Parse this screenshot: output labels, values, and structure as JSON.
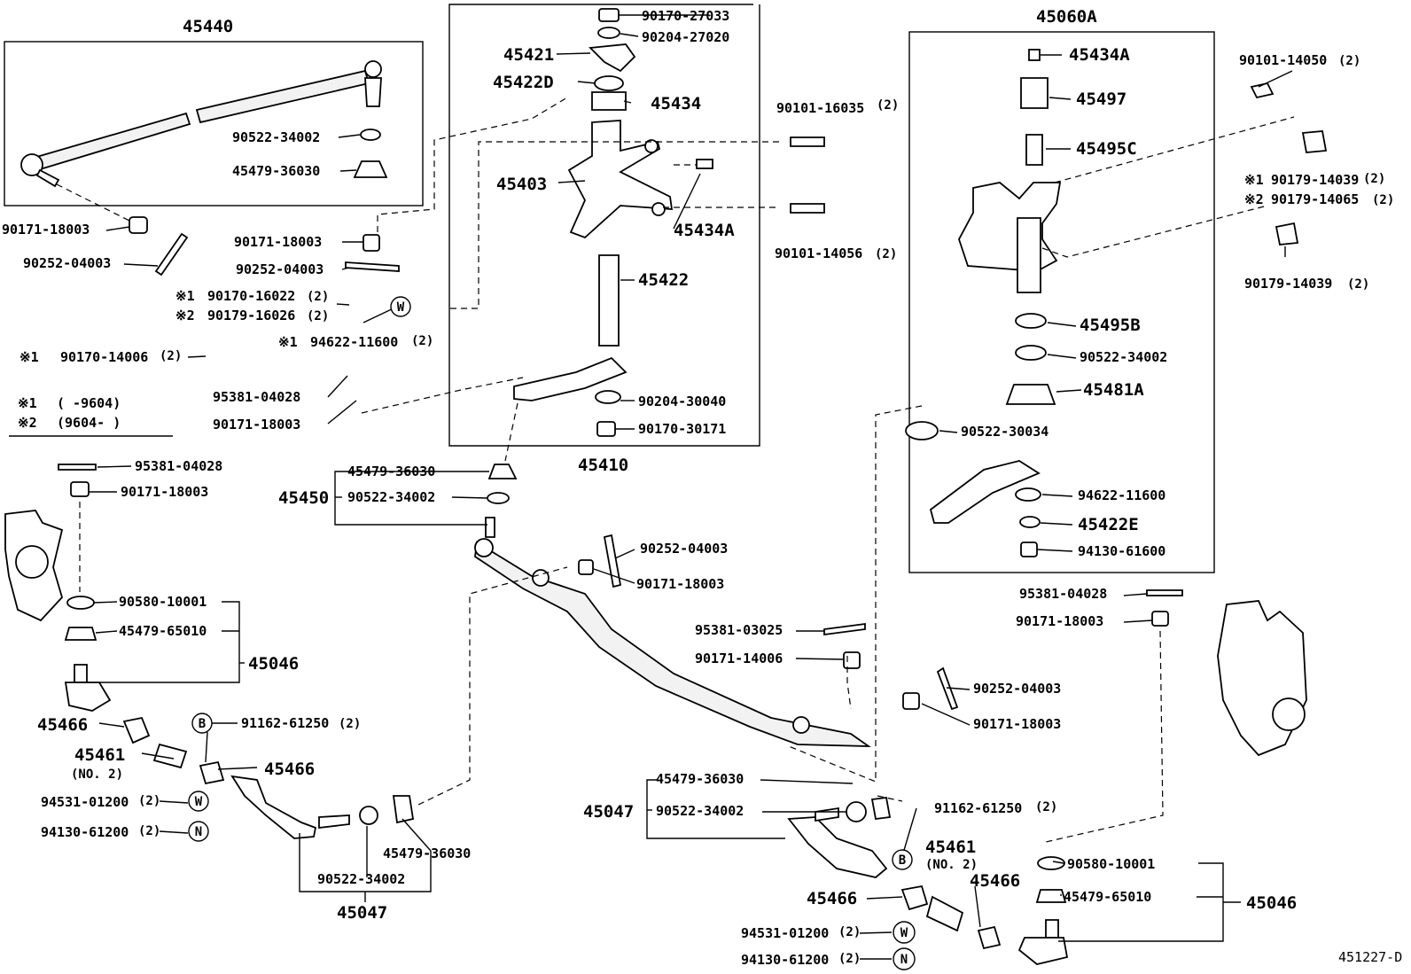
{
  "labels": {
    "l45440": "45440",
    "l45060A": "45060A",
    "l45410": "45410",
    "l90170_27033": "90170-27033",
    "l90204_27020": "90204-27020",
    "l45421": "45421",
    "l45422D": "45422D",
    "l45434": "45434",
    "l90101_16035": "90101-16035",
    "l90101_16035q": "(2)",
    "l45403": "45403",
    "l45434A_c": "45434A",
    "l90101_14056": "90101-14056",
    "l90101_14056q": "(2)",
    "l45422": "45422",
    "l90204_30040": "90204-30040",
    "l90170_30171": "90170-30171",
    "l90522_34002_a": "90522-34002",
    "l45479_36030_a": "45479-36030",
    "l90171_18003_a": "90171-18003",
    "l90252_04003_a": "90252-04003",
    "l90171_18003_b": "90171-18003",
    "l90252_04003_b": "90252-04003",
    "mark1_a": "※1",
    "l90170_16022": "90170-16022",
    "l90170_16022q": "(2)",
    "mark2_a": "※2",
    "l90179_16026": "90179-16026",
    "l90179_16026q": "(2)",
    "mark1_b": "※1",
    "l94622_11600_a": "94622-11600",
    "l94622_11600_aq": "(2)",
    "mark1_c": "※1",
    "l90170_14006": "90170-14006",
    "l90170_14006q": "(2)",
    "l95381_04028_a": "95381-04028",
    "l90171_18003_c": "90171-18003",
    "note1_mark": "※1",
    "note1_text": "(      -9604)",
    "note2_mark": "※2",
    "note2_text": "(9604-      )",
    "l45434A_r": "45434A",
    "l45497": "45497",
    "l45495C": "45495C",
    "l90101_14050": "90101-14050",
    "l90101_14050q": "(2)",
    "mark1_r": "※1",
    "l90179_14039_a": "90179-14039",
    "l90179_14039_aq": "(2)",
    "mark2_r": "※2",
    "l90179_14065": "90179-14065",
    "l90179_14065q": "(2)",
    "l90179_14039_b": "90179-14039",
    "l90179_14039_bq": "(2)",
    "l45495B": "45495B",
    "l90522_34002_r": "90522-34002",
    "l45481A": "45481A",
    "l90522_30034": "90522-30034",
    "l94622_11600_r": "94622-11600",
    "l45422E": "45422E",
    "l94130_61600": "94130-61600",
    "l95381_04028_b": "95381-04028",
    "l90171_18003_d": "90171-18003",
    "l45450": "45450",
    "l45479_36030_b": "45479-36030",
    "l90522_34002_b": "90522-34002",
    "l90252_04003_c": "90252-04003",
    "l90171_18003_e": "90171-18003",
    "l95381_03025": "95381-03025",
    "l90171_14006": "90171-14006",
    "l90252_04003_d": "90252-04003",
    "l90171_18003_f": "90171-18003",
    "l95381_04028_c": "95381-04028",
    "l90171_18003_g": "90171-18003",
    "l90580_10001_a": "90580-10001",
    "l45479_65010_a": "45479-65010",
    "l45046_a": "45046",
    "l45466_a": "45466",
    "l91162_61250_a": "91162-61250",
    "l91162_61250_aq": "(2)",
    "l45461_a": "45461",
    "l45461_a_no2": "(NO. 2)",
    "l45466_b": "45466",
    "l94531_01200_a": "94531-01200",
    "l94531_01200_aq": "(2)",
    "l94130_61200_a": "94130-61200",
    "l94130_61200_aq": "(2)",
    "l90522_34002_c": "90522-34002",
    "l45479_36030_c": "45479-36030",
    "l45047_a": "45047",
    "l45479_36030_d": "45479-36030",
    "l45047_b": "45047",
    "l90522_34002_d": "90522-34002",
    "l91162_61250_b": "91162-61250",
    "l91162_61250_bq": "(2)",
    "l45461_b": "45461",
    "l45461_b_no2": "(NO. 2)",
    "l45466_c": "45466",
    "l45466_d": "45466",
    "l94531_01200_b": "94531-01200",
    "l94531_01200_bq": "(2)",
    "l94130_61200_b": "94130-61200",
    "l94130_61200_bq": "(2)",
    "l90580_10001_b": "90580-10001",
    "l45479_65010_b": "45479-65010",
    "l45046_b": "45046",
    "fig_id": "451227-D"
  },
  "symbols": {
    "W": "W",
    "B": "B",
    "N": "N"
  }
}
